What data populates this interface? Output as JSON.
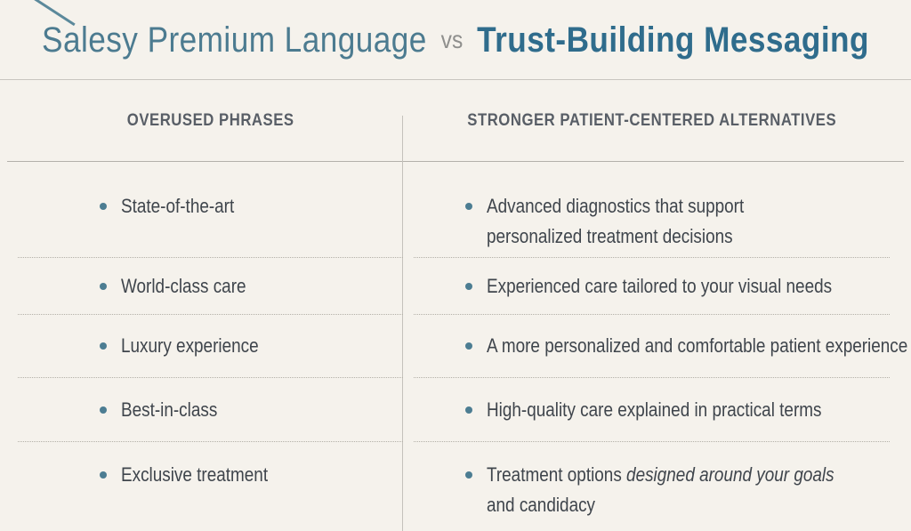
{
  "page": {
    "background_color": "#f5f2ec",
    "accent_color": "#4a7d92",
    "text_color": "#3f454c"
  },
  "title": {
    "part1": "Salesy Premium Language",
    "vs_label": "vs",
    "part2": "Trust-Building Messaging",
    "part1_color": "#4c7b90",
    "part2_color": "#2f6c8c",
    "vs_color": "#8f8f8d"
  },
  "table": {
    "columns": [
      {
        "header": "OVERUSED PHRASES",
        "items": [
          {
            "text": "State-of-the-art"
          },
          {
            "text": "World-class care"
          },
          {
            "text": "Luxury experience"
          },
          {
            "text": "Best-in-class"
          },
          {
            "text": "Exclusive treatment"
          }
        ]
      },
      {
        "header": "STRONGER PATIENT-CENTERED ALTERNATIVES",
        "items": [
          {
            "line1": "Advanced diagnostics that support",
            "line2": "personalized treatment decisions"
          },
          {
            "line1": "Experienced care tailored to your visual needs"
          },
          {
            "line1": "A more personalized and comfortable patient experience"
          },
          {
            "line1": "High-quality care explained in practical terms"
          },
          {
            "prefix": "Treatment options ",
            "italic": "designed around your goals",
            "line2": "and candidacy"
          }
        ]
      }
    ]
  }
}
